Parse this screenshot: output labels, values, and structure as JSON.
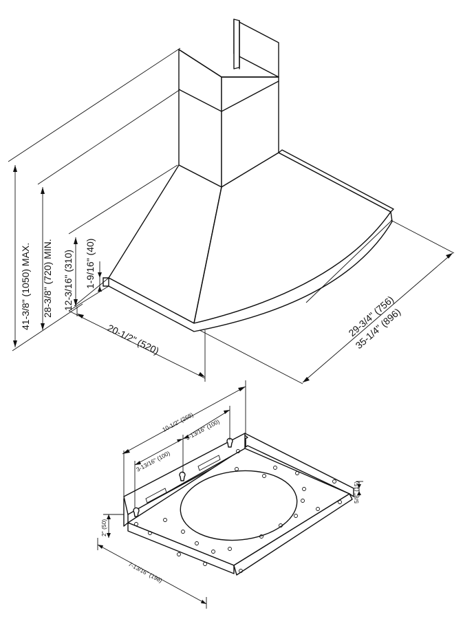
{
  "hood_dimensions": {
    "max_height": "41-3/8\" (1050) MAX.",
    "min_height": "28-3/8\" (720) MIN.",
    "canopy_height": "12-3/16\" (310)",
    "rim_height": "1-9/16\" (40)",
    "depth": "20-1/2\" (520)",
    "width_inner": "29-3/4\" (756)",
    "width_outer": "35-1/4\" (896)"
  },
  "bracket_dimensions": {
    "overall_span": "10-1/2\" (268)",
    "hole_spacing_left": "3-13/16\" (100)",
    "hole_spacing_right": "3-13/16\" (100)",
    "flange_height": "2\" (50)",
    "flange_lip": "5/8\" (15)",
    "depth": "7-13/16\" (198)"
  },
  "colors": {
    "line": "#111111",
    "background": "#ffffff"
  }
}
